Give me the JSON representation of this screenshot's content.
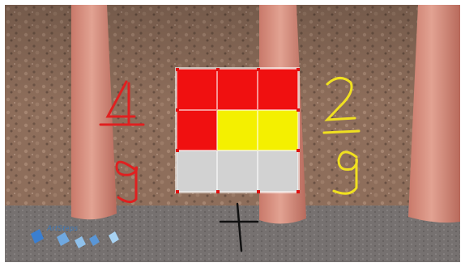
{
  "scene": {
    "fraction_left": {
      "numerator": "4",
      "denominator": "9",
      "color": "#e02020"
    },
    "fraction_right": {
      "numerator": "2",
      "denominator": "9",
      "color": "#f0e020"
    },
    "operator": "+",
    "grid": {
      "rows": 3,
      "cols": 3,
      "cells": [
        "red",
        "red",
        "red",
        "red",
        "yellow",
        "yellow",
        "gray",
        "gray",
        "gray"
      ],
      "colors": {
        "red": "#f01010",
        "yellow": "#f4f000",
        "gray": "#d2d2d2"
      }
    },
    "logo_text": "ArtSteps"
  }
}
